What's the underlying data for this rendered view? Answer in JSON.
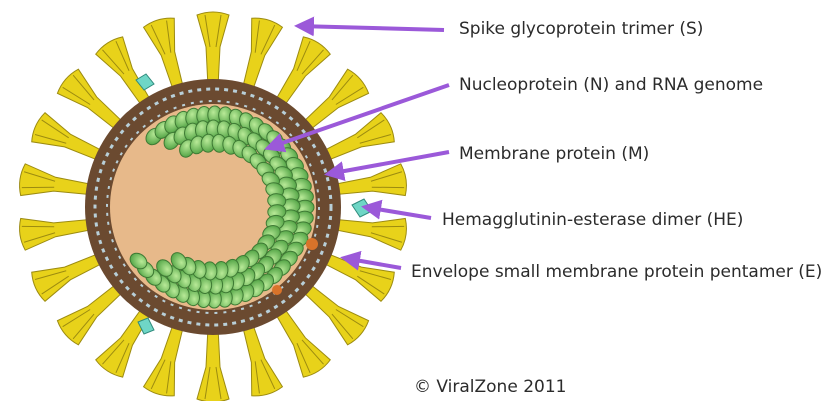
{
  "labels": {
    "spike": "Spike  glycoprotein trimer (S)",
    "nucleoprotein": "Nucleoprotein (N) and RNA genome",
    "membrane": "Membrane protein (M)",
    "hemagglutinin": "Hemagglutinin-esterase dimer (HE)",
    "envelope": "Envelope small membrane protein pentamer (E)"
  },
  "credit": "© ViralZone 2011",
  "colors": {
    "spike": "#e8d21a",
    "spike_outline": "#9c8b10",
    "envelope": "#6b4a30",
    "membrane_lines": "#b8cfd8",
    "interior": "#e7b98a",
    "nucleoprotein": "#7cc86a",
    "nucleoprotein_outline": "#3e7a34",
    "hemagglutinin": "#6fd6c6",
    "envelope_protein": "#d9732a",
    "arrow": "#9b59d9"
  }
}
